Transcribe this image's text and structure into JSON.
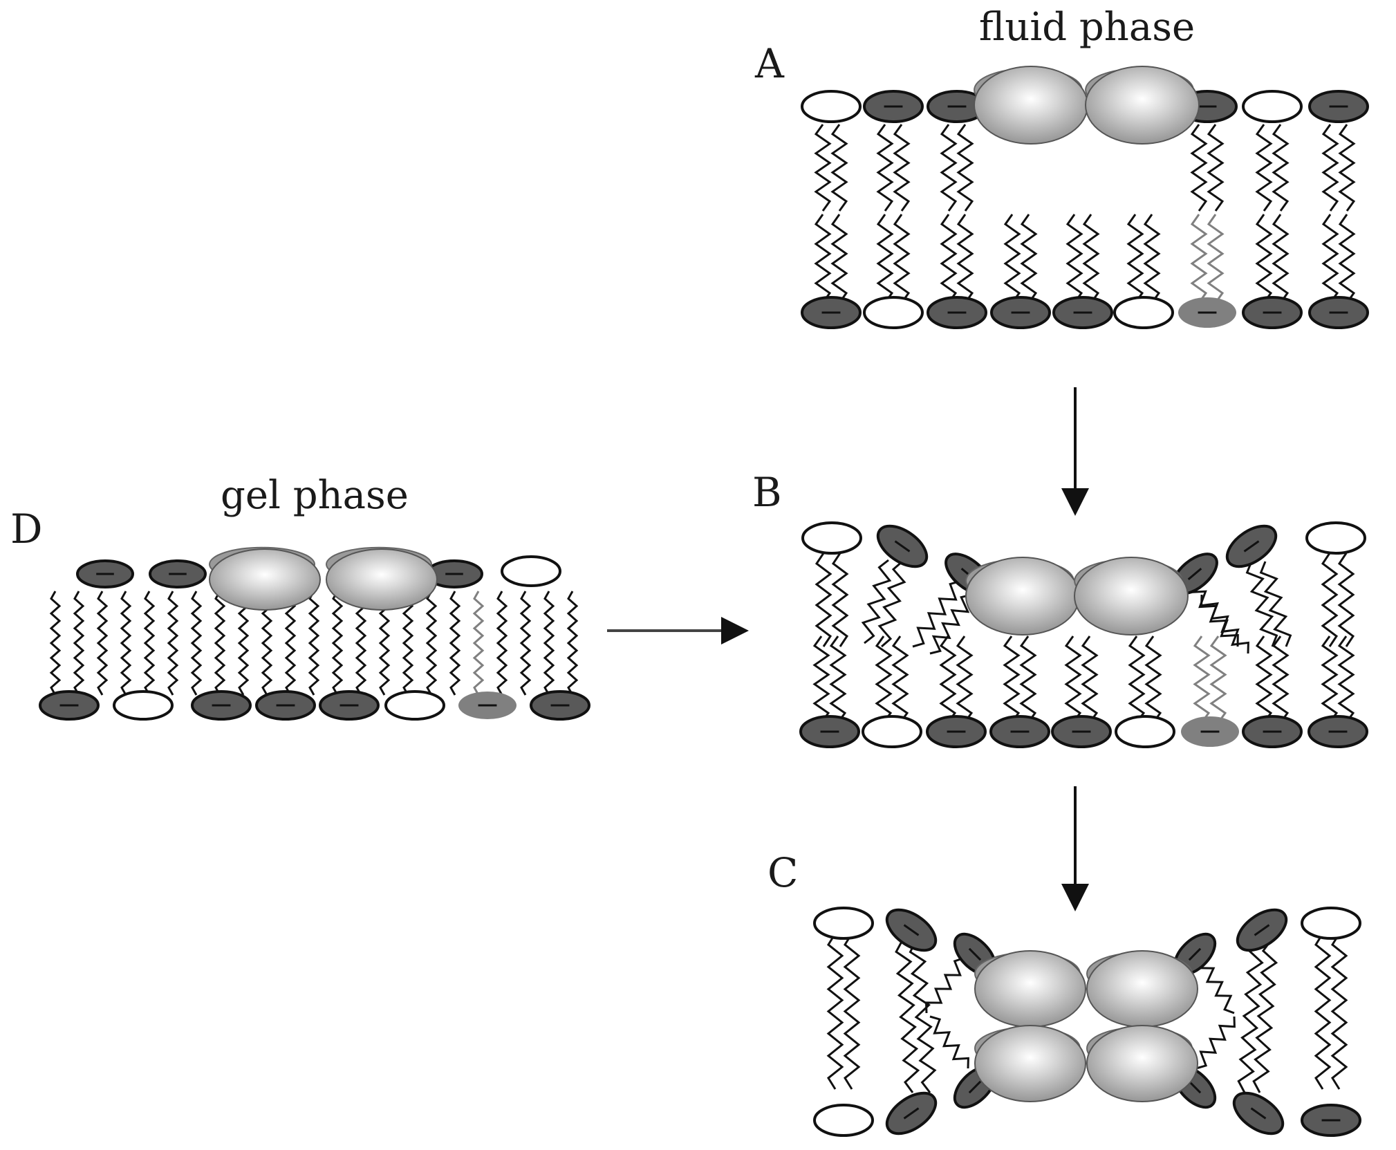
{
  "labels": {
    "fluid_phase": "fluid phase",
    "gel_phase": "gel phase",
    "panel_a": "A",
    "panel_b": "B",
    "panel_c": "C",
    "panel_d": "D"
  },
  "colors": {
    "anionic_head": "#595959",
    "neutral_head": "#ffffff",
    "highlighted_lipid": "#808080",
    "peptide": "#b3b3b3",
    "tail": "#111111"
  },
  "legend_symbols": {
    "anionic_charge": "−"
  }
}
